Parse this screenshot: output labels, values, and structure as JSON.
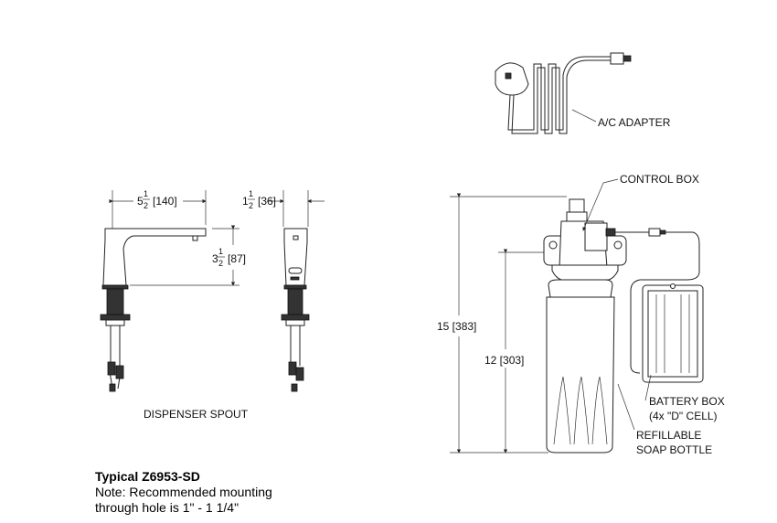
{
  "spout": {
    "width_whole": "5",
    "width_frac_num": "1",
    "width_frac_den": "2",
    "width_mm": "[140]",
    "depth_whole": "1",
    "depth_frac_num": "1",
    "depth_frac_den": "2",
    "depth_mm": "[36]",
    "height_whole": "3",
    "height_frac_num": "1",
    "height_frac_den": "2",
    "height_mm": "[87]",
    "caption": "DISPENSER SPOUT"
  },
  "dispenser": {
    "ac_adapter": "A/C ADAPTER",
    "control_box": "CONTROL BOX",
    "battery_box": "BATTERY BOX",
    "battery_spec": "(4x \"D\" CELL)",
    "bottle_line1": "REFILLABLE",
    "bottle_line2": "SOAP BOTTLE",
    "overall_height": "15 [383]",
    "bottle_height": "12 [303]"
  },
  "note": {
    "title": "Typical Z6953-SD",
    "line1": "Note:  Recommended mounting",
    "line2": "through hole is 1\" - 1 1/4\""
  }
}
